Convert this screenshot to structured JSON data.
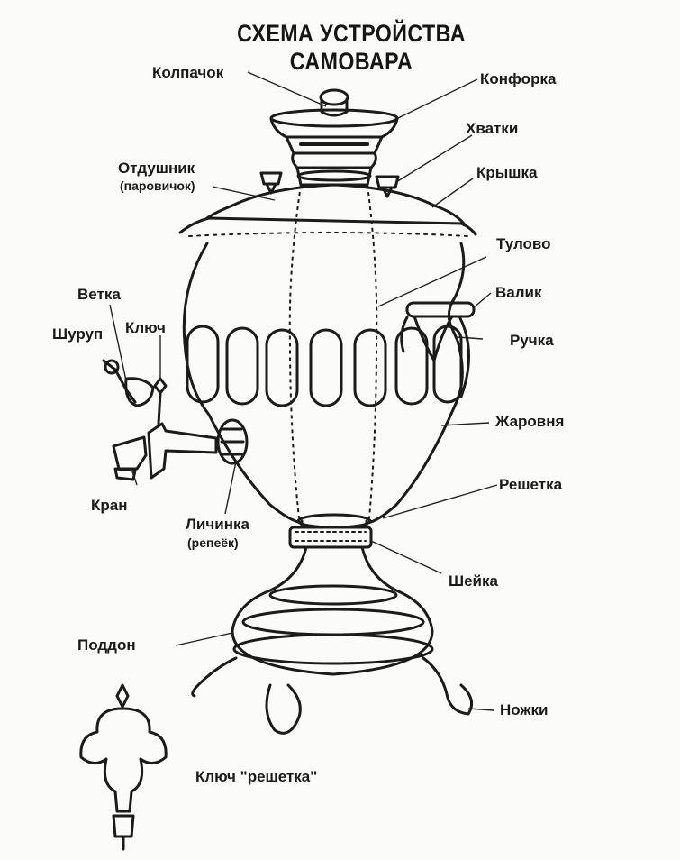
{
  "title": {
    "line1": "СХЕМА УСТРОЙСТВА",
    "line2": "САМОВАРА"
  },
  "labels": {
    "kolpachok": "Колпачок",
    "konforka": "Конфорка",
    "hvatki": "Хватки",
    "otdushnik": "Отдушник",
    "otdushnik_note": "(паровичок)",
    "kryshka": "Крышка",
    "tulovo": "Тулово",
    "vetka": "Ветка",
    "valik": "Валик",
    "klyuch": "Ключ",
    "shurup": "Шуруп",
    "ruchka": "Ручка",
    "zharovnya": "Жаровня",
    "reshetka": "Решетка",
    "kran": "Кран",
    "lichinka": "Личинка",
    "lichinka_note": "(репеёк)",
    "sheyka": "Шейка",
    "poddon": "Поддон",
    "nozhki": "Ножки",
    "klyuch_reshetka": "Ключ \"решетка\""
  }
}
